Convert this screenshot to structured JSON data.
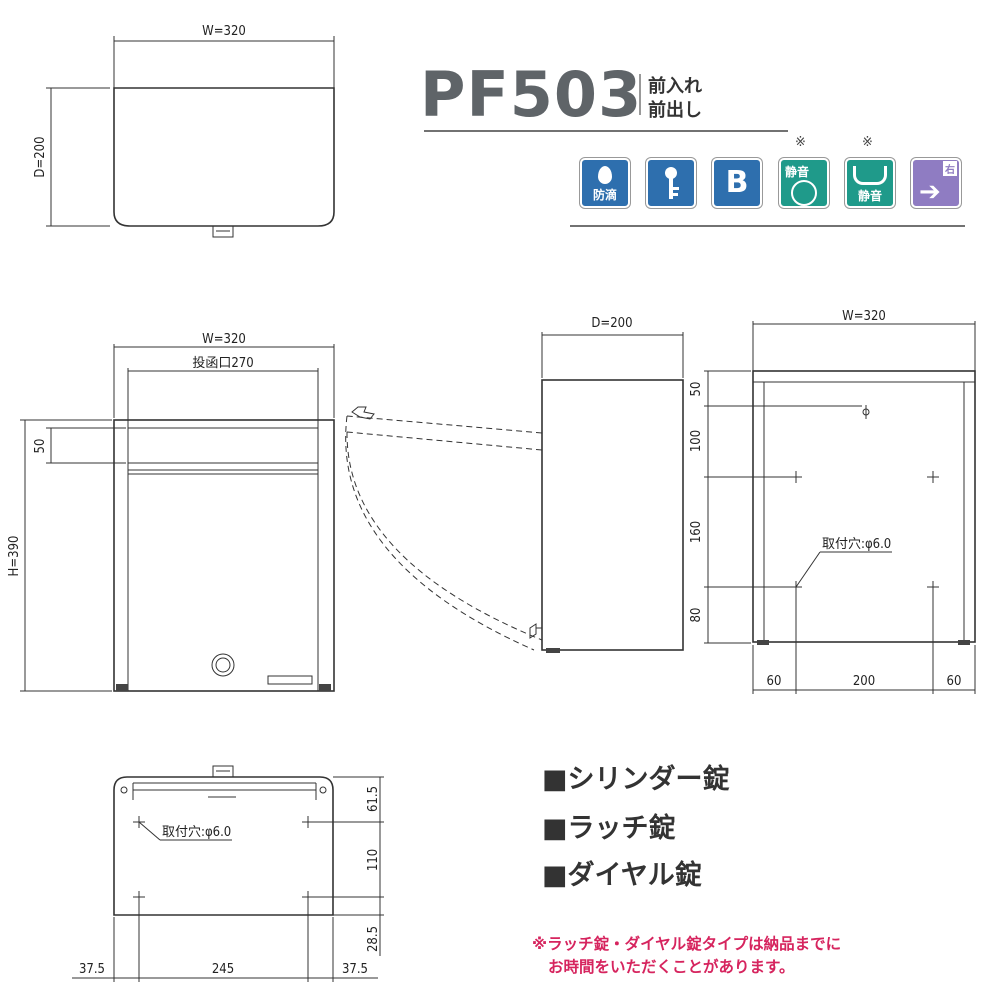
{
  "product": {
    "model": "PF503",
    "subtitle_line1": "前入れ",
    "subtitle_line2": "前出し"
  },
  "icons": [
    {
      "name": "drip-proof-icon",
      "label": "防滴",
      "color": "#2e6fae"
    },
    {
      "name": "key-icon",
      "label": "",
      "color": "#2e6fae"
    },
    {
      "name": "b-icon",
      "label": "B",
      "color": "#2e6fae"
    },
    {
      "name": "quiet-dial-icon",
      "label": "静音",
      "color": "#1f9a8a",
      "note": "※"
    },
    {
      "name": "quiet-latch-icon",
      "label": "静音",
      "color": "#1f9a8a",
      "note": "※"
    },
    {
      "name": "right-hinge-icon",
      "label": "右",
      "color": "#8f7cc2"
    }
  ],
  "dimensions": {
    "top_view": {
      "width": "W=320",
      "depth": "D=200"
    },
    "front_view": {
      "width": "W=320",
      "slot": "投函口270",
      "slot_height": "50",
      "height": "H=390"
    },
    "side_view": {
      "depth": "D=200"
    },
    "back_view": {
      "width": "W=320",
      "vertical": [
        "50",
        "100",
        "160",
        "80"
      ],
      "horizontal": [
        "60",
        "200",
        "60"
      ],
      "hole": "取付穴:φ6.0"
    },
    "bottom_view": {
      "vertical": [
        "61.5",
        "110",
        "28.5"
      ],
      "horizontal": [
        "37.5",
        "245",
        "37.5"
      ],
      "hole": "取付穴:φ6.0"
    }
  },
  "lock_types": [
    "■シリンダー錠",
    "■ラッチ錠",
    "■ダイヤル錠"
  ],
  "note": {
    "line1": "※ラッチ錠・ダイヤル錠タイプは納品までに",
    "line2": "お時間をいただくことがあります。"
  }
}
